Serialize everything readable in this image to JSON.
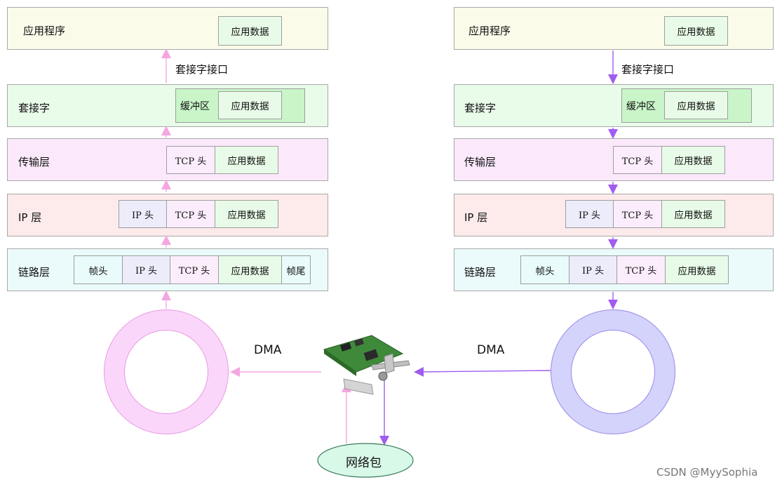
{
  "left": {
    "app": {
      "label": "应用程序",
      "data": "应用数据"
    },
    "socket_interface": "套接字接口",
    "socket": {
      "label": "套接字",
      "buffer": "缓冲区",
      "data": "应用数据"
    },
    "transport": {
      "label": "传输层",
      "tcp": "TCP 头",
      "data": "应用数据"
    },
    "ip": {
      "label": "IP 层",
      "ip": "IP 头",
      "tcp": "TCP 头",
      "data": "应用数据"
    },
    "link": {
      "label": "链路层",
      "frame_head": "帧头",
      "ip": "IP 头",
      "tcp": "TCP 头",
      "data": "应用数据",
      "frame_tail": "帧尾"
    },
    "dma": "DMA"
  },
  "right": {
    "app": {
      "label": "应用程序",
      "data": "应用数据"
    },
    "socket_interface": "套接字接口",
    "socket": {
      "label": "套接字",
      "buffer": "缓冲区",
      "data": "应用数据"
    },
    "transport": {
      "label": "传输层",
      "tcp": "TCP 头",
      "data": "应用数据"
    },
    "ip": {
      "label": "IP 层",
      "ip": "IP 头",
      "tcp": "TCP 头",
      "data": "应用数据"
    },
    "link": {
      "label": "链路层",
      "frame_head": "帧头",
      "ip": "IP 头",
      "tcp": "TCP 头",
      "data": "应用数据"
    },
    "dma": "DMA"
  },
  "network_packet": "网络包",
  "watermark": "CSDN @MyySophia",
  "colors": {
    "receive_arrow": "#f4a6e0",
    "send_arrow": "#a05cf0",
    "receive_ring": "#fbd6fb",
    "send_ring": "#d3d3fb",
    "packet_fill": "#d8f8e8"
  }
}
